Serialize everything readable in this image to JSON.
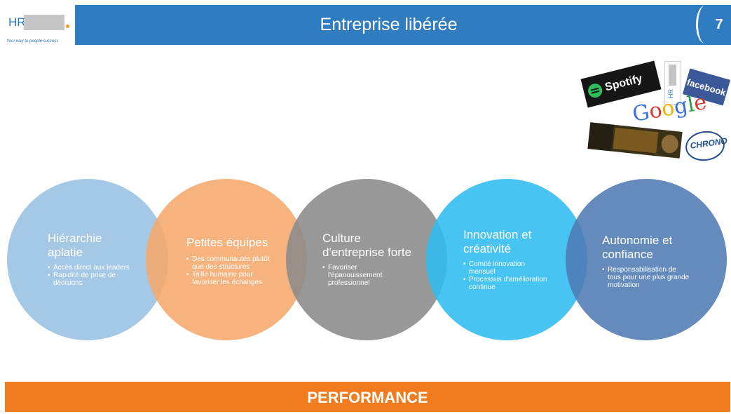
{
  "header": {
    "title": "Entreprise libérée",
    "page_number": "7",
    "bar_color": "#2f7dc0"
  },
  "logo": {
    "text": "HR",
    "tagline": "Your way to people success"
  },
  "brands": {
    "spotify": "Spotify",
    "hr_badge": "HR",
    "facebook": "facebook",
    "google": [
      "G",
      "o",
      "o",
      "g",
      "l",
      "e"
    ],
    "chrono": "CHRONO"
  },
  "circles": [
    {
      "title_lines": [
        "Hiérarchie",
        "aplatie"
      ],
      "bullets": [
        "Accès direct aux leaders",
        "Rapidité de prise de",
        "décisions"
      ],
      "color": "#9cc3e3"
    },
    {
      "title_lines": [
        "Petites équipes"
      ],
      "bullets": [
        "Des communautés plutôt",
        "que des structures",
        "Taille humaine  pour",
        "favoriser les échanges"
      ],
      "color": "#f6a96c"
    },
    {
      "title_lines": [
        "Culture",
        "d'entreprise forte"
      ],
      "bullets": [
        "Favoriser",
        "l'épanouissement",
        "professionnel"
      ],
      "color": "#8a8a8a"
    },
    {
      "title_lines": [
        "Innovation et",
        "créativité"
      ],
      "bullets": [
        "Comité innovation",
        "mensuel",
        "Processus d'amélioration",
        "continue"
      ],
      "color": "#2ebcef"
    },
    {
      "title_lines": [
        "Autonomie et",
        "confiance"
      ],
      "bullets": [
        "Responsabilisation de",
        "tous pour une plus grande",
        "motivation"
      ],
      "color": "#4f7bb3"
    }
  ],
  "footer": {
    "label": "PERFORMANCE",
    "bar_color": "#f17c20"
  }
}
